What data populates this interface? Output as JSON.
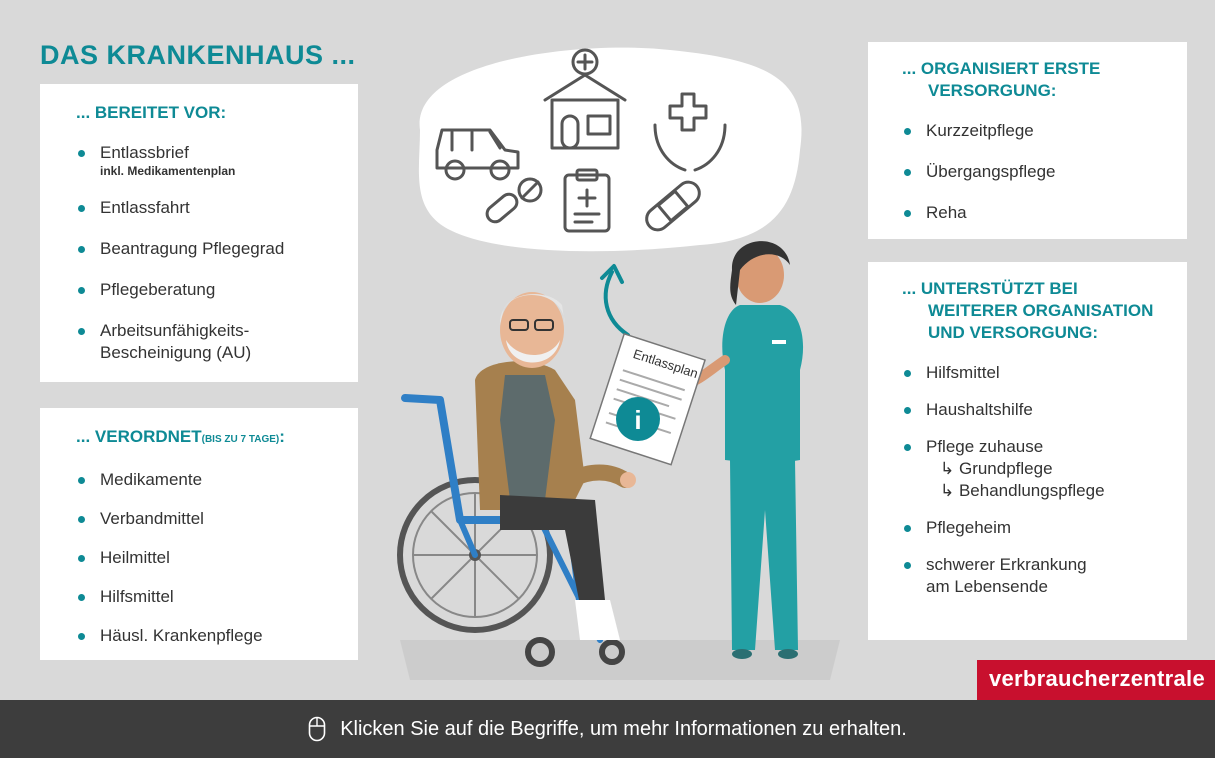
{
  "title": "DAS KRANKENHAUS ...",
  "prepare": {
    "heading": "... BEREITET VOR:",
    "items": [
      {
        "label": "Entlassbrief",
        "sub": "inkl. Medikamentenplan"
      },
      {
        "label": "Entlassfahrt"
      },
      {
        "label": "Beantragung Pflegegrad"
      },
      {
        "label": "Pflegeberatung"
      },
      {
        "label": "Arbeitsunfähigkeits-",
        "label2": "Bescheinigung (AU)"
      }
    ]
  },
  "prescribe": {
    "heading": "... VERORDNET",
    "heading_small": "(BIS ZU 7 TAGE)",
    "heading_colon": ":",
    "items": [
      "Medikamente",
      "Verbandmittel",
      "Heilmittel",
      "Hilfsmittel",
      "Häusl. Krankenpflege"
    ]
  },
  "care": {
    "heading_line1": "... ORGANISIERT ERSTE",
    "heading_line2": "VERSORGUNG:",
    "items": [
      "Kurzzeitpflege",
      "Übergangspflege",
      "Reha"
    ]
  },
  "support": {
    "heading_line1": "... UNTERSTÜTZT BEI",
    "heading_line2": "WEITERER ORGANISATION",
    "heading_line3": "UND VERSORGUNG:",
    "items": [
      {
        "label": "Hilfsmittel"
      },
      {
        "label": "Haushaltshilfe"
      },
      {
        "label": "Pflege zuhause",
        "subs": [
          "↳ Grundpflege",
          "↳ Behandlungspflege"
        ]
      },
      {
        "label": "Pflegeheim"
      },
      {
        "label": "schwerer Erkrankung",
        "label2": "am Lebensende"
      }
    ]
  },
  "illustration": {
    "document_label": "Entlassplan",
    "info_glyph": "i",
    "icons": [
      "car-icon",
      "hospital-icon",
      "care-hands-icon",
      "pills-icon",
      "clipboard-icon",
      "bandage-icon"
    ]
  },
  "logo": "verbraucherzentrale",
  "footer": {
    "text": "Klicken Sie auf die Begriffe, um mehr Informationen zu erhalten.",
    "icon": "mouse-icon"
  },
  "colors": {
    "accent": "#0e8a95",
    "background": "#d9d9d9",
    "logo": "#c8102e",
    "footer": "#3d3d3d"
  }
}
